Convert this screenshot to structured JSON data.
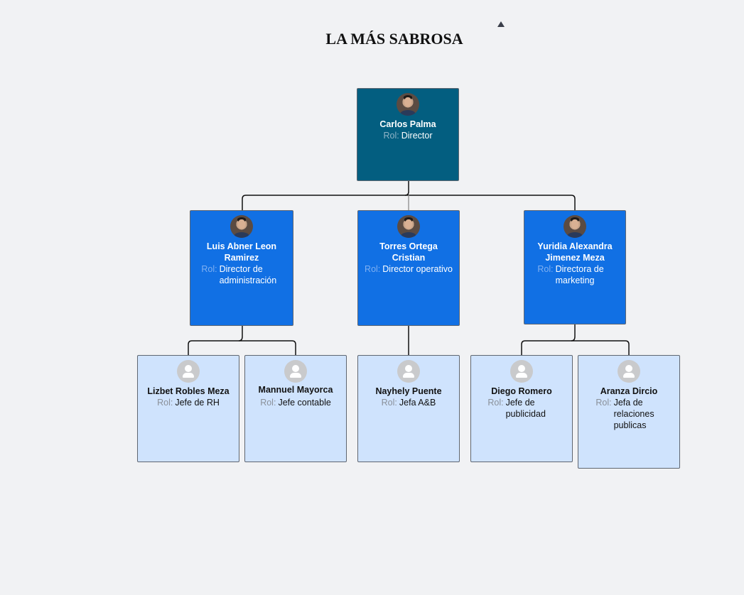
{
  "title": "LA MÁS SABROSA",
  "collapse_icon": "triangle-up-icon",
  "colors": {
    "background": "#f1f2f4",
    "level0": "#035e80",
    "level1": "#1170e4",
    "level2": "#cfe3fd",
    "connector": "#111111"
  },
  "role_label": "Rol:",
  "org": {
    "root": {
      "name": "Carlos Palma",
      "role": "Director",
      "avatar": "photo"
    },
    "directors": [
      {
        "name": "Luis Abner Leon Ramirez",
        "role": "Director  de administración",
        "avatar": "photo"
      },
      {
        "name": "Torres Ortega Cristian",
        "role": "Director operativo",
        "avatar": "photo"
      },
      {
        "name": "Yuridia Alexandra Jimenez Meza",
        "role": "Directora de marketing",
        "avatar": "photo"
      }
    ],
    "staff": [
      {
        "name": "Lizbet Robles Meza",
        "role": "Jefe de RH",
        "avatar": "placeholder",
        "reports_to": "Luis Abner Leon Ramirez"
      },
      {
        "name": "Mannuel Mayorca",
        "role": "Jefe contable",
        "avatar": "placeholder",
        "reports_to": "Luis Abner Leon Ramirez"
      },
      {
        "name": "Nayhely Puente",
        "role": "Jefa A&B",
        "avatar": "placeholder",
        "reports_to": "Torres Ortega Cristian"
      },
      {
        "name": "Diego Romero",
        "role": "Jefe de publicidad",
        "avatar": "placeholder",
        "reports_to": "Yuridia Alexandra Jimenez Meza"
      },
      {
        "name": "Aranza Dircio",
        "role": "Jefa de relaciones publicas",
        "avatar": "placeholder",
        "reports_to": "Yuridia Alexandra Jimenez Meza"
      }
    ]
  }
}
